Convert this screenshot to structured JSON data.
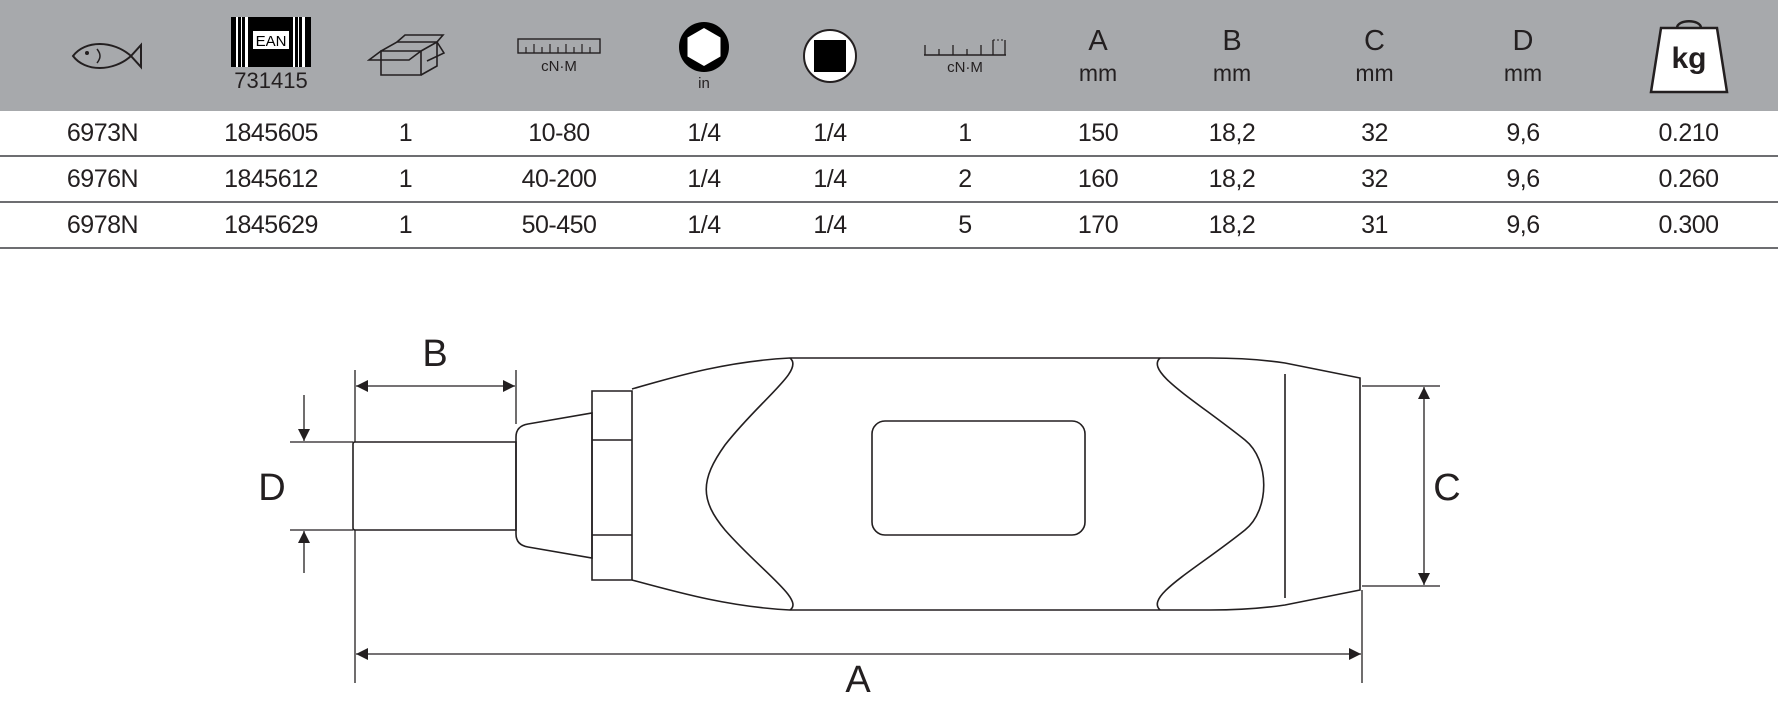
{
  "header": {
    "ean_label": "EAN",
    "ean_code": "731415",
    "range_unit": "cN·M",
    "hex_unit": "in",
    "graduation_unit": "cN·M",
    "dims": [
      {
        "letter": "A",
        "unit": "mm"
      },
      {
        "letter": "B",
        "unit": "mm"
      },
      {
        "letter": "C",
        "unit": "mm"
      },
      {
        "letter": "D",
        "unit": "mm"
      }
    ],
    "weight_label": "kg"
  },
  "rows": [
    {
      "ref": "6973N",
      "ean": "1845605",
      "qty": "1",
      "range": "10-80",
      "hex": "1/4",
      "square": "1/4",
      "grad": "1",
      "a": "150",
      "b": "18,2",
      "c": "32",
      "d": "9,6",
      "kg": "0.210"
    },
    {
      "ref": "6976N",
      "ean": "1845612",
      "qty": "1",
      "range": "40-200",
      "hex": "1/4",
      "square": "1/4",
      "grad": "2",
      "a": "160",
      "b": "18,2",
      "c": "32",
      "d": "9,6",
      "kg": "0.260"
    },
    {
      "ref": "6978N",
      "ean": "1845629",
      "qty": "1",
      "range": "50-450",
      "hex": "1/4",
      "square": "1/4",
      "grad": "5",
      "a": "170",
      "b": "18,2",
      "c": "31",
      "d": "9,6",
      "kg": "0.300"
    }
  ],
  "drawing": {
    "label_a": "A",
    "label_b": "B",
    "label_c": "C",
    "label_d": "D"
  },
  "colors": {
    "header_bg": "#a7a9ac",
    "row_rule": "#6d6e71",
    "text": "#231f20"
  }
}
